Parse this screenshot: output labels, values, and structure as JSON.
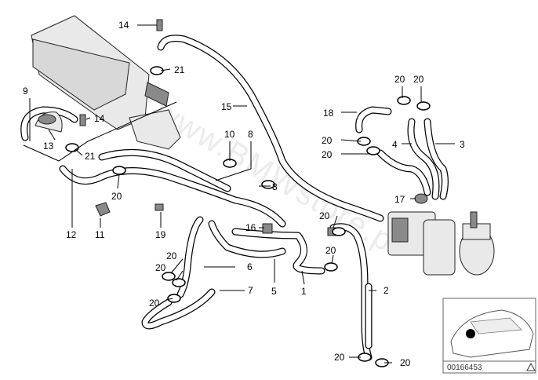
{
  "diagram": {
    "watermark": "www.BMWstore.pl",
    "inset_code": "00166453",
    "labels": [
      {
        "id": "14a",
        "text": "14"
      },
      {
        "id": "21a",
        "text": "21"
      },
      {
        "id": "15",
        "text": "15"
      },
      {
        "id": "9",
        "text": "9"
      },
      {
        "id": "14b",
        "text": "14"
      },
      {
        "id": "13",
        "text": "13"
      },
      {
        "id": "21b",
        "text": "21"
      },
      {
        "id": "10",
        "text": "10"
      },
      {
        "id": "8a",
        "text": "8"
      },
      {
        "id": "8b",
        "text": "8"
      },
      {
        "id": "20a",
        "text": "20"
      },
      {
        "id": "20b",
        "text": "20"
      },
      {
        "id": "18",
        "text": "18"
      },
      {
        "id": "20c",
        "text": "20"
      },
      {
        "id": "20d",
        "text": "20"
      },
      {
        "id": "4",
        "text": "4"
      },
      {
        "id": "3",
        "text": "3"
      },
      {
        "id": "20e",
        "text": "20"
      },
      {
        "id": "17",
        "text": "17"
      },
      {
        "id": "12",
        "text": "12"
      },
      {
        "id": "11",
        "text": "11"
      },
      {
        "id": "19",
        "text": "19"
      },
      {
        "id": "16",
        "text": "16"
      },
      {
        "id": "20f",
        "text": "20"
      },
      {
        "id": "20g",
        "text": "20"
      },
      {
        "id": "20h",
        "text": "20"
      },
      {
        "id": "20i",
        "text": "20"
      },
      {
        "id": "6",
        "text": "6"
      },
      {
        "id": "20j",
        "text": "20"
      },
      {
        "id": "7",
        "text": "7"
      },
      {
        "id": "5",
        "text": "5"
      },
      {
        "id": "1",
        "text": "1"
      },
      {
        "id": "2",
        "text": "2"
      },
      {
        "id": "20k",
        "text": "20"
      },
      {
        "id": "20l",
        "text": "20"
      }
    ]
  }
}
